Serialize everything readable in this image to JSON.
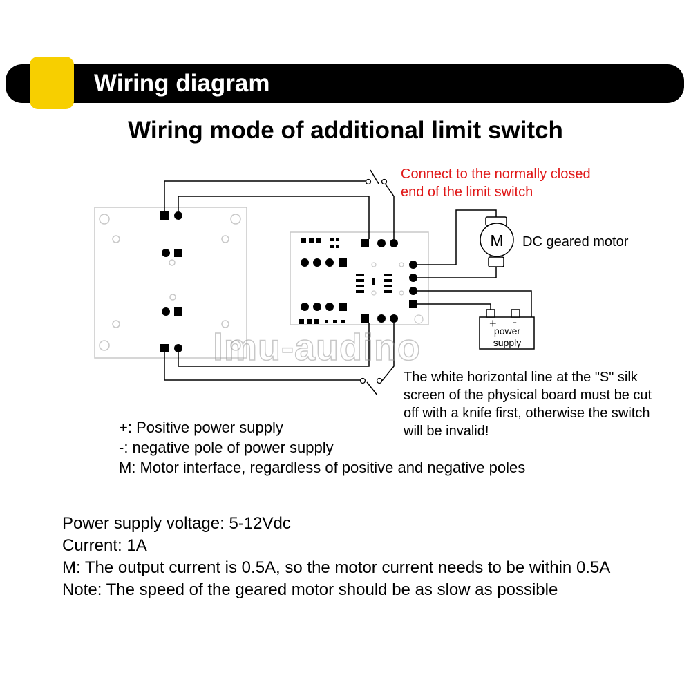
{
  "header": {
    "title": "Wiring diagram",
    "tab_color": "#f7cf00"
  },
  "subtitle": "Wiring mode of additional limit switch",
  "diagram": {
    "note_nc": [
      "Connect to the normally closed",
      "end of the limit switch"
    ],
    "motor_label": "DC geared motor",
    "motor_symbol": "M",
    "psu_label": [
      "power",
      "supply"
    ],
    "psu_plus": "+",
    "psu_minus": "-",
    "watermark": "lmu-audino",
    "warning": "The white horizontal line at the \"S\" silk screen of the physical board must be cut off with a knife first, otherwise the switch will be invalid!"
  },
  "legend": [
    "+: Positive power supply",
    "-: negative pole of power supply",
    "M: Motor interface, regardless of positive and negative poles"
  ],
  "specs": [
    "Power supply voltage: 5-12Vdc",
    "Current: 1A",
    "M: The output current is 0.5A, so the motor current needs to be within 0.5A",
    "Note: The speed of the geared motor should be as slow as possible"
  ],
  "colors": {
    "note": "#e01818",
    "banner": "#000000",
    "wire": "#000000"
  }
}
